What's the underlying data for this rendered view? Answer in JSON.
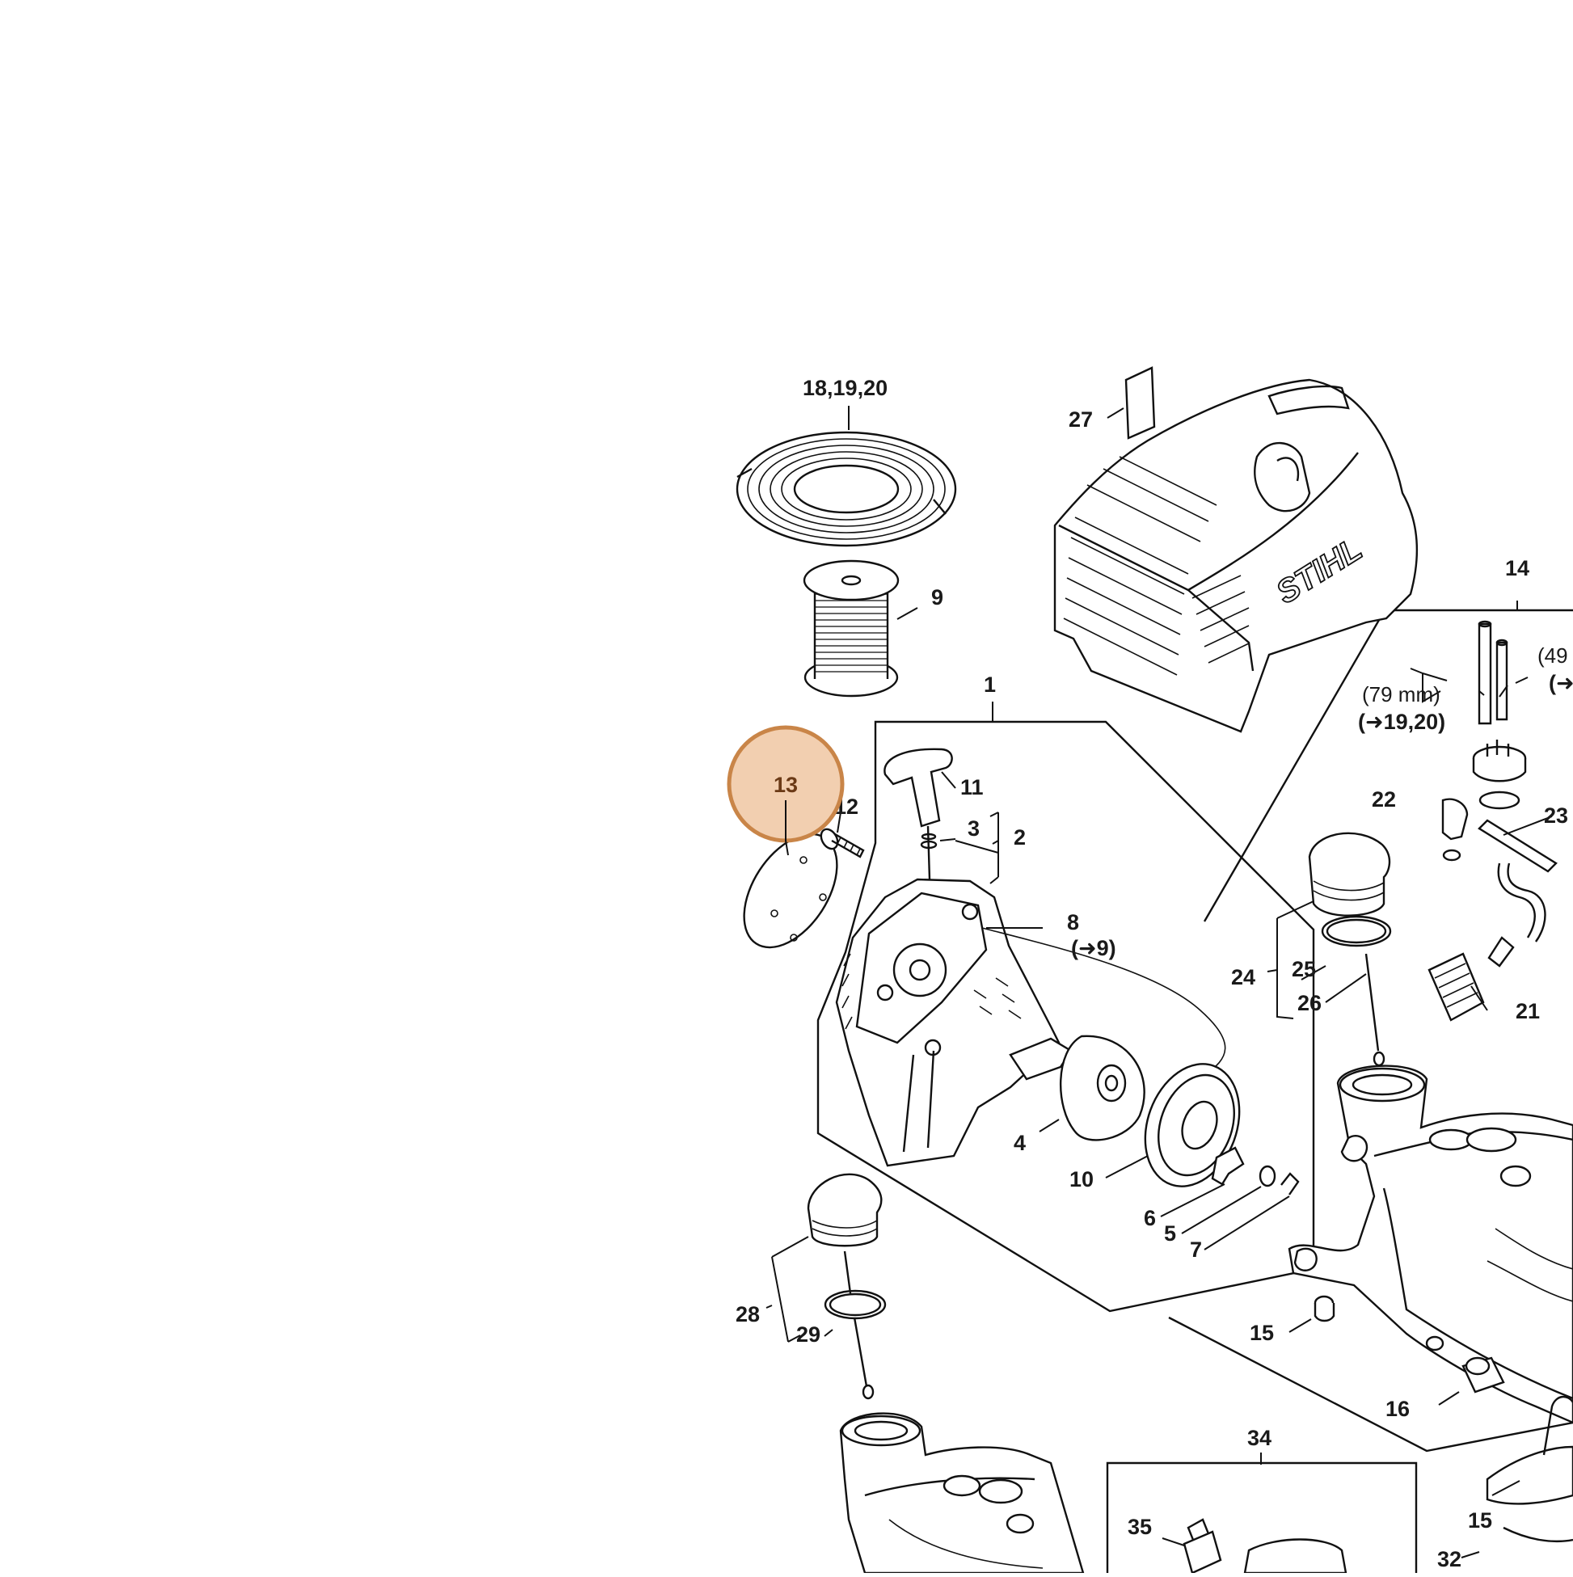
{
  "diagram": {
    "brand_mark": "STIHL",
    "highlight": {
      "label": "13",
      "fill": "#f2cfb0",
      "stroke": "#c98548",
      "text_color": "#6b3a16"
    },
    "labels": {
      "p1": "1",
      "p2": "2",
      "p3": "3",
      "p4": "4",
      "p5": "5",
      "p6": "6",
      "p7": "7",
      "p8": "8",
      "p8_ref": "(➜9)",
      "p9": "9",
      "p10": "10",
      "p11": "11",
      "p12": "12",
      "p14": "14",
      "p15a": "15",
      "p15b": "15",
      "p16": "16",
      "p18_19_20": "18,19,20",
      "p21": "21",
      "p22": "22",
      "p23": "23",
      "p24": "24",
      "p25": "25",
      "p26": "26",
      "p27": "27",
      "p28": "28",
      "p29": "29",
      "p32": "32",
      "p34": "34",
      "p35": "35",
      "len79": "(79 mm)",
      "len79_ref": "(➜19,20)",
      "len49": "(49",
      "len49_ref": "(➜"
    }
  }
}
